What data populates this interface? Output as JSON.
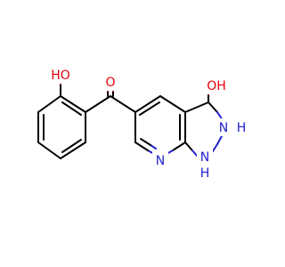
{
  "molecule": {
    "atoms": {
      "oh_phenol": "HO",
      "o_ketone": "O",
      "oh_ring": "OH",
      "n_pyridine": "N",
      "nh_2": "N",
      "h_2": "H",
      "nh_1": "N",
      "h_1": "H"
    }
  },
  "colors": {
    "bond": "#000000",
    "oxygen": "#e8000b",
    "nitrogen": "#2222cc"
  }
}
